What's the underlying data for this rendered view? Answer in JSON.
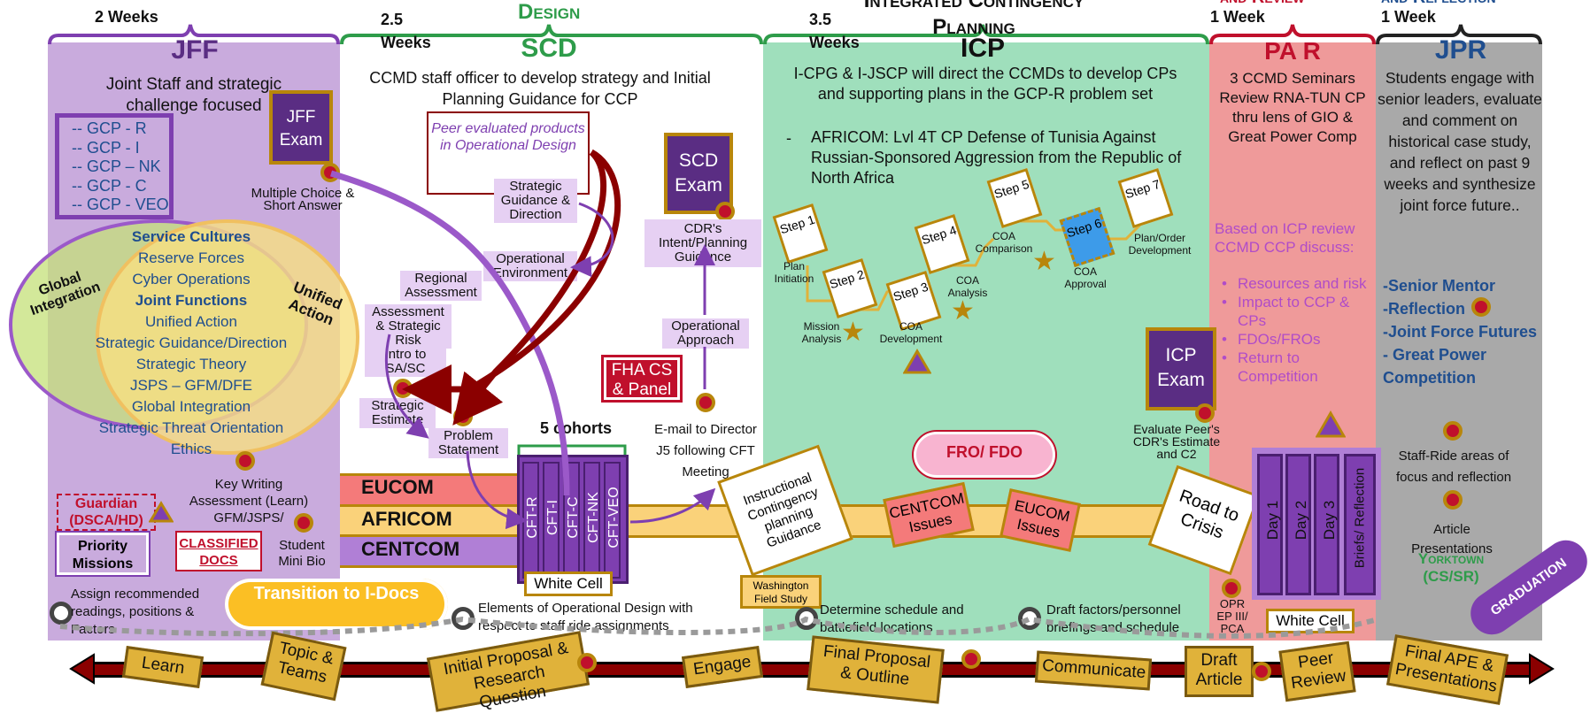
{
  "colors": {
    "jff": "#c9abdd",
    "scd": "#ffffff",
    "icp": "#9fdfbc",
    "pa": "#ef9a9a",
    "jpr": "#a9a9a9",
    "eucom": "#f47a7a",
    "africom": "#fad27a",
    "centcom": "#b07fd6",
    "gold": "#b8860b",
    "purple": "#5a2d83",
    "dark_red": "#8b0000"
  },
  "header": {
    "jff_dur": "2 Weeks",
    "scd_dur": "2.5 Weeks",
    "icp_dur": "3.5 Weeks",
    "pa_dur": "1 Week",
    "jpr_dur": "1 Week",
    "design_label": "Design",
    "icp_top_label": "Integrated Contingency Planning",
    "pa_top_label": "and Review",
    "jpr_top_label": "and Reflection"
  },
  "jff": {
    "title": "JFF",
    "intro": "Joint Staff and strategic challenge focused",
    "gcp": [
      "-- GCP - R",
      "-- GCP - I",
      "-- GCP – NK",
      "-- GCP - C",
      "-- GCP - VEO"
    ],
    "exam": "JFF Exam",
    "exam_note": "Multiple Choice & Short Answer",
    "venn_left": "Global Integration",
    "venn_right": "Unified Action",
    "venn_items": [
      "Service Cultures",
      "Reserve Forces",
      "Cyber Operations",
      "Joint Functions",
      "Unified Action",
      "Strategic Guidance/Direction",
      "Strategic Theory",
      "JSPS – GFM/DFE",
      "Global Integration",
      "Strategic Threat Orientation",
      "Ethics"
    ],
    "key_writing": "Key Writing Assessment (Learn) GFM/JSPS/",
    "guardian": "Guardian (DSCA/HD)",
    "priority": "Priority Missions",
    "classified": "CLASSIFIED DOCS",
    "student_bio": "Student Mini Bio",
    "transition": "Transition to I-Docs",
    "assign": "Assign recommended readings, positions & Factors"
  },
  "scd": {
    "title": "SCD",
    "intro": "CCMD staff officer to develop strategy and Initial Planning Guidance for CCP",
    "peer_eval": "Peer evaluated products in Operational Design",
    "steps": [
      "Strategic Guidance & Direction",
      "Operational Environment",
      "Regional Assessment",
      "Assessment & Strategic Risk",
      "Intro to SA/SC",
      "Strategic Estimate",
      "Problem Statement"
    ],
    "exam": "SCD Exam",
    "cdr_intent": "CDR's Intent/Planning Guidance",
    "op_approach": "Operational Approach",
    "fha": "FHA CS & Panel",
    "email": "E-mail to Director J5 following CFT Meeting",
    "cohorts_label": "5 cohorts",
    "cohorts": [
      "CFT-R",
      "CFT-I",
      "CFT-C",
      "CFT-NK",
      "CFT-VEO"
    ],
    "white_cell": "White Cell",
    "elements": "Elements of Operational Design with respect to staff ride assignments"
  },
  "ccmd": {
    "eucom": "EUCOM",
    "africom": "AFRICOM",
    "centcom": "CENTCOM"
  },
  "icp": {
    "title": "ICP",
    "intro": "I-CPG & I-JSCP will direct the CCMDs to develop CPs and supporting plans in the GCP-R problem set",
    "bullet": "AFRICOM: Lvl 4T CP Defense of Tunisia Against Russian-Sponsored Aggression from the Republic of North Africa",
    "steps": [
      "Step 1",
      "Step 2",
      "Step 3",
      "Step 4",
      "Step 5",
      "Step 6",
      "Step 7"
    ],
    "step_labels": [
      "Plan Initiation",
      "Mission Analysis",
      "COA Development",
      "COA Analysis",
      "COA Comparison",
      "COA Approval",
      "Plan/Order Development"
    ],
    "fro": "FRO/ FDO",
    "instructional": "Instructional Contingency planning Guidance",
    "washington": "Washington Field Study",
    "centcom_issues": "CENTCOM Issues",
    "eucom_issues": "EUCOM Issues",
    "exam": "ICP Exam",
    "evaluate": "Evaluate Peer's CDR's Estimate and C2",
    "determine": "Determine schedule and battlefield locations",
    "draft_factors": "Draft factors/personnel briefings and schedule"
  },
  "pa": {
    "title": "PA R",
    "intro": "3 CCMD Seminars Review RNA-TUN CP thru lens of GIO & Great Power Comp",
    "based": "Based on ICP review CCMD CCP discuss:",
    "items": [
      "Resources and risk",
      "Impact to CCP & CPs",
      "FDOs/FROs",
      "Return to Competition"
    ],
    "road": "Road to Crisis",
    "days": [
      "Day 1",
      "Day 2",
      "Day 3",
      "Briefs/ Reflection"
    ],
    "white_cell": "White Cell",
    "opre": "OPREP III/PCA"
  },
  "jpr": {
    "title": "JPR",
    "intro": "Students engage with senior leaders, evaluate and comment on historical case study, and reflect on past 9 weeks and synthesize joint force future..",
    "items": [
      "-Senior Mentor",
      "-Reflection",
      "-Joint Force Futures",
      "- Great Power Competition"
    ],
    "staff_ride": "Staff-Ride areas of focus and reflection",
    "article": "Article Presentations",
    "yorktown": "Yorktown (CS/SR)",
    "graduation": "GRADUATION"
  },
  "timeline": [
    "Learn",
    "Topic & Teams",
    "Initial Proposal & Research Question",
    "Engage",
    "Final Proposal & Outline",
    "Communicate",
    "Draft Article",
    "Peer Review",
    "Final APE & Presentations"
  ]
}
